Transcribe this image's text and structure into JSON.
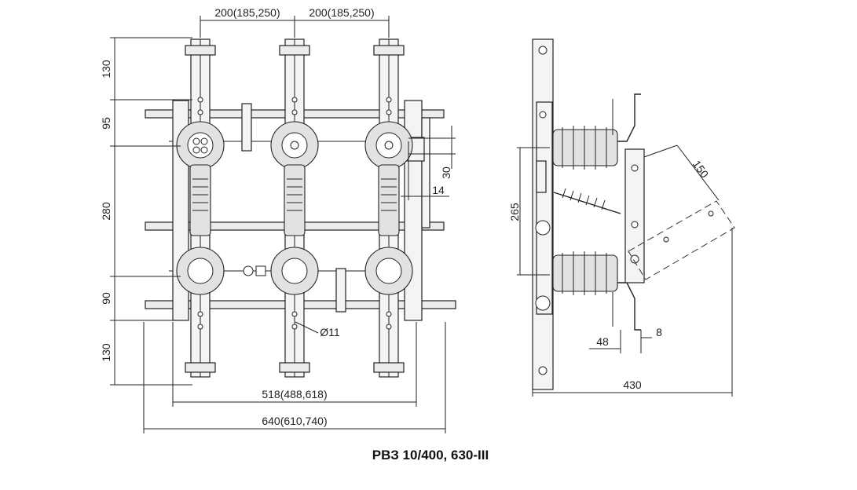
{
  "front_view": {
    "top_dims": [
      "200(185,250)",
      "200(185,250)"
    ],
    "left_dims": [
      "130",
      "95",
      "280",
      "90",
      "130"
    ],
    "right_dims": [
      "30",
      "14"
    ],
    "hole_label": "Ø11",
    "bottom_dims": [
      "518(488,618)",
      "640(610,740)"
    ]
  },
  "side_view": {
    "dims": [
      "265",
      "150",
      "48",
      "8",
      "430"
    ]
  },
  "caption": "РВЗ 10/400, 630-III"
}
